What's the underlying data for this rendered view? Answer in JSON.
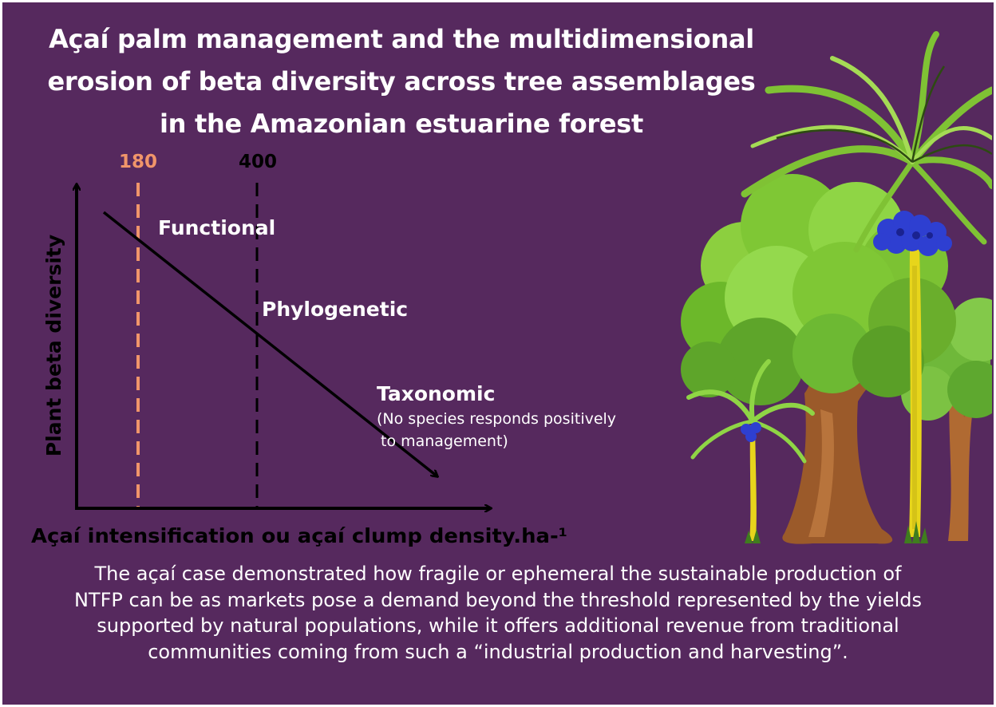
{
  "title": {
    "line1": "Açaí palm management and the multidimensional",
    "line2": "erosion of beta diversity across tree assemblages",
    "line3": "in the Amazonian estuarine forest"
  },
  "diagram": {
    "y_axis_label": "Plant beta diversity",
    "x_axis_label": "Açaí intensification ou açaí clump density.ha-¹",
    "thresholds": [
      {
        "label": "180",
        "color": "#f0956a",
        "style": "dashed"
      },
      {
        "label": "400",
        "color": "#000000",
        "style": "dashed"
      }
    ],
    "labels": {
      "functional": "Functional",
      "phylogenetic": "Phylogenetic",
      "taxonomic": "Taxonomic",
      "taxonomic_note_1": "(No species responds positively",
      "taxonomic_note_2": "to management)"
    }
  },
  "caption": {
    "line1": "The açaí case demonstrated how fragile or ephemeral the sustainable production of",
    "line2": "NTFP can be as markets pose a demand beyond the threshold represented by the yields",
    "line3": "supported by natural populations, while it offers additional revenue from traditional",
    "line4": "communities coming from such a “industrial production and harvesting”."
  },
  "colors": {
    "background": "#56295e",
    "text": "#ffffff",
    "threshold_180": "#f0956a",
    "threshold_400": "#000000",
    "axis": "#000000"
  }
}
